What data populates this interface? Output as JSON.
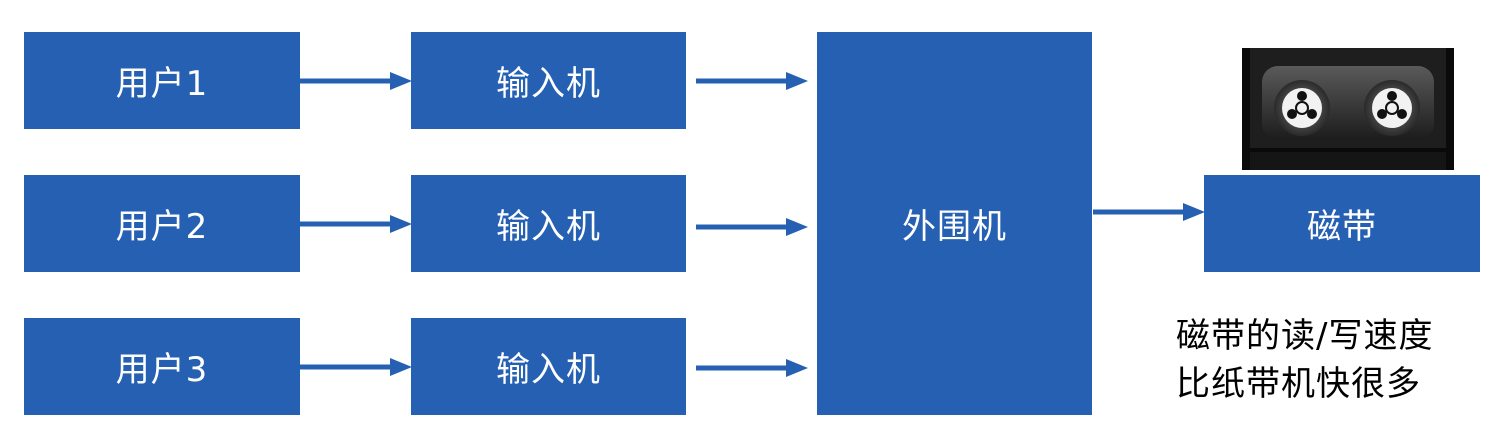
{
  "users": [
    {
      "label": "用户1"
    },
    {
      "label": "用户2"
    },
    {
      "label": "用户3"
    }
  ],
  "inputs": [
    {
      "label": "输入机"
    },
    {
      "label": "输入机"
    },
    {
      "label": "输入机"
    }
  ],
  "peripheral": {
    "label": "外围机"
  },
  "tape": {
    "label": "磁带"
  },
  "note": {
    "line1": "磁带的读/写速度",
    "line2": "比纸带机快很多"
  },
  "colors": {
    "box": "#2560b3",
    "arrow": "#2560b3",
    "text_on_box": "#ffffff",
    "background": "#ffffff"
  }
}
